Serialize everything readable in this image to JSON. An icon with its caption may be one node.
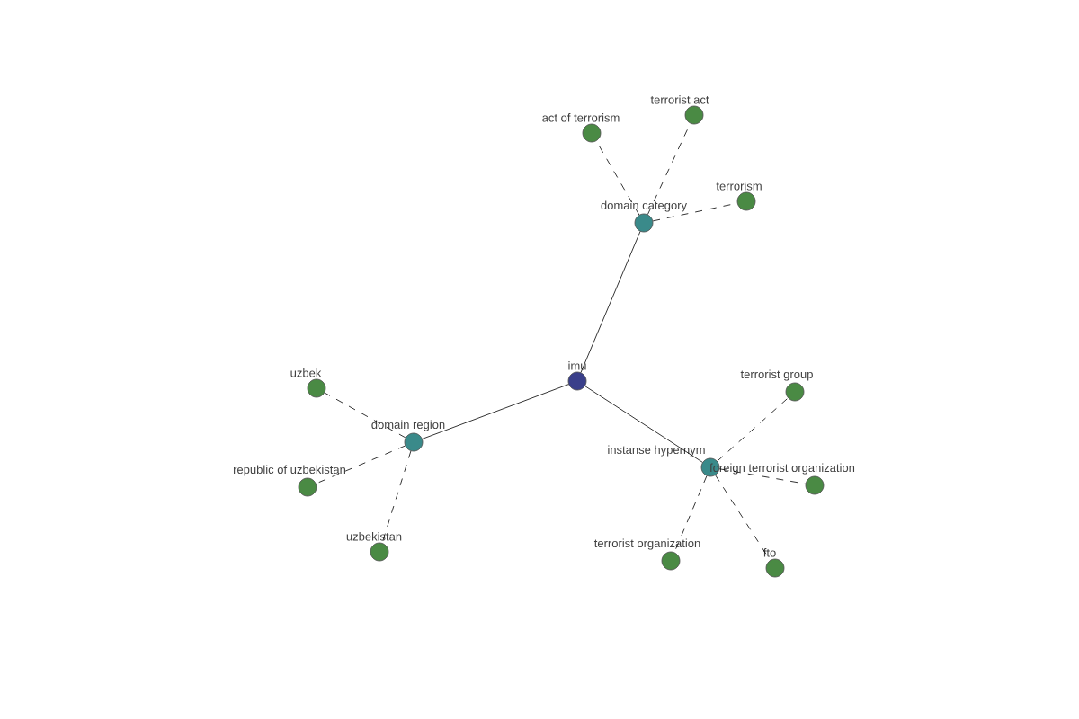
{
  "diagram": {
    "nodes": [
      {
        "text": [
          "imu"
        ]
      },
      {
        "text": [
          "domain category"
        ]
      },
      {
        "text": [
          "act of terrorism"
        ]
      },
      {
        "text": [
          "terrorist act"
        ]
      },
      {
        "text": [
          "terrorism"
        ]
      },
      {
        "text": [
          "domain region"
        ]
      },
      {
        "text": [
          "uzbek"
        ]
      },
      {
        "text": [
          "republic of uzbekistan"
        ]
      },
      {
        "text": [
          "uzbekistan"
        ]
      },
      {
        "text": [
          "instanse hypernym"
        ]
      },
      {
        "text": [
          "terrorist group"
        ]
      },
      {
        "text": [
          "foreign terrorist organization"
        ]
      },
      {
        "text": [
          "terrorist organization"
        ]
      },
      {
        "text": [
          "fto"
        ]
      }
    ],
    "edges": [
      {
        "from": 0,
        "to": 1,
        "arrow": "none"
      },
      {
        "from": 0,
        "to": 5,
        "arrow": "none"
      },
      {
        "from": 0,
        "to": 9,
        "arrow": "none"
      },
      {
        "from": 1,
        "to": 2,
        "arrow": "none",
        "style": "dashed"
      },
      {
        "from": 1,
        "to": 3,
        "arrow": "none",
        "style": "dashed"
      },
      {
        "from": 1,
        "to": 4,
        "arrow": "none",
        "style": "dashed"
      },
      {
        "from": 5,
        "to": 6,
        "arrow": "none",
        "style": "dashed"
      },
      {
        "from": 5,
        "to": 7,
        "arrow": "none",
        "style": "dashed"
      },
      {
        "from": 5,
        "to": 8,
        "arrow": "none",
        "style": "dashed"
      },
      {
        "from": 9,
        "to": 10,
        "arrow": "none",
        "style": "dashed"
      },
      {
        "from": 9,
        "to": 11,
        "arrow": "none",
        "style": "dashed"
      },
      {
        "from": 9,
        "to": 12,
        "arrow": "none",
        "style": "dashed"
      },
      {
        "from": 9,
        "to": 13,
        "arrow": "none",
        "style": "dashed"
      }
    ]
  }
}
